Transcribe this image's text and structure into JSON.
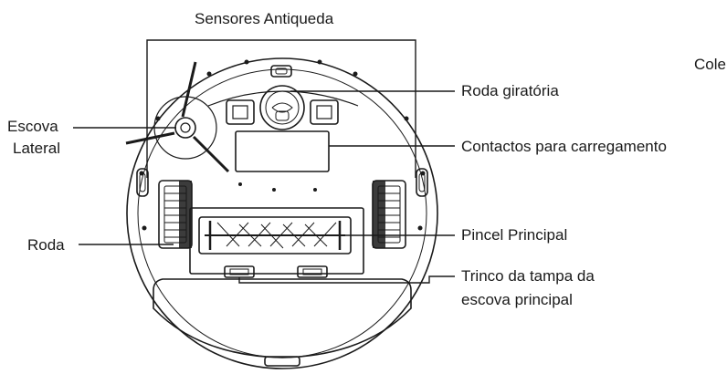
{
  "labels": {
    "anti_drop_sensors": "Sensores Antiqueda",
    "side_brush_line1": "Escova",
    "side_brush_line2": "Lateral",
    "swivel_wheel": "Roda giratória",
    "charging_contacts": "Contactos para carregamento",
    "wheel": "Roda",
    "main_brush": "Pincel Principal",
    "main_brush_latch_line1": "Trinco da tampa da",
    "main_brush_latch_line2": "escova principal",
    "cut_off_text": "Cole"
  }
}
